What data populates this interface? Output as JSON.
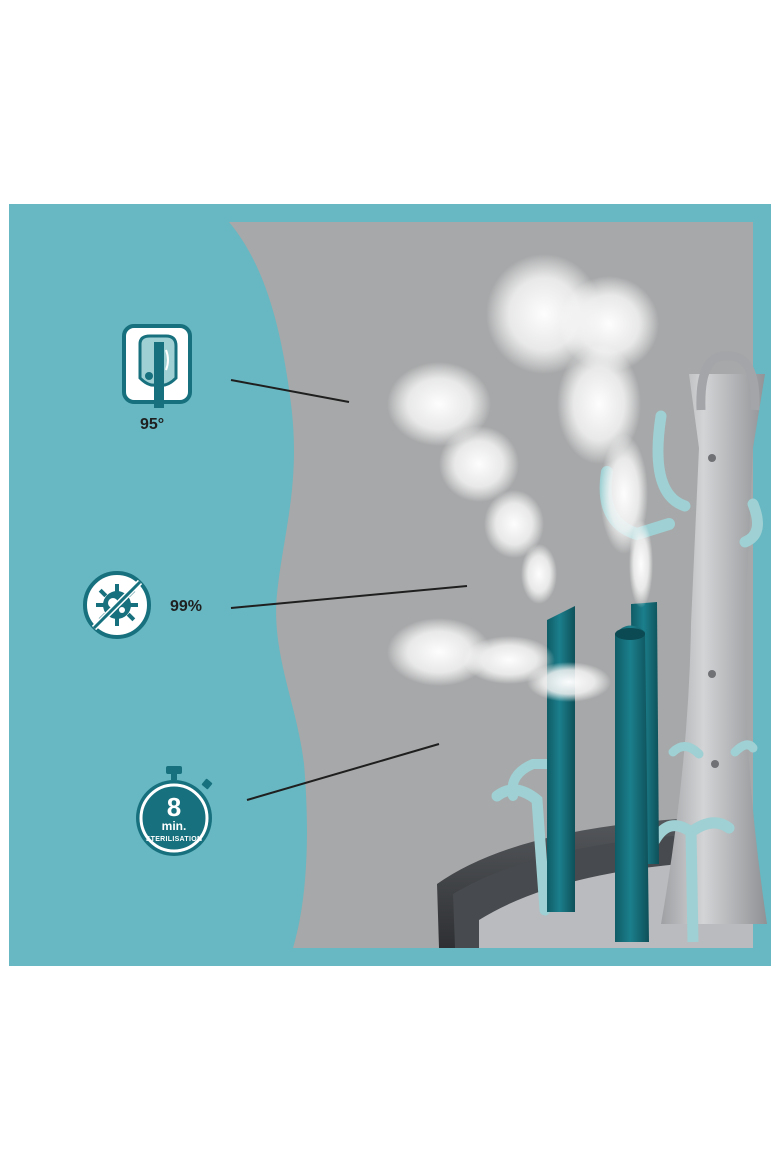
{
  "colors": {
    "background": "#ffffff",
    "teal_frame": "#67b8c2",
    "gray_panel": "#a7a8a9",
    "dark_teal": "#17707d",
    "light_teal": "#9fd0d3",
    "rack_gray": "#c4c6c8",
    "base_dark": "#3b3d40",
    "text": "#1f1f1f"
  },
  "features": [
    {
      "icon": "bottle-heat-icon",
      "value": "95°"
    },
    {
      "icon": "no-germs-icon",
      "value": "99%"
    },
    {
      "icon": "stopwatch-icon",
      "timer_number": "8",
      "timer_unit": "min.",
      "timer_caption": "STERILISATION"
    }
  ]
}
